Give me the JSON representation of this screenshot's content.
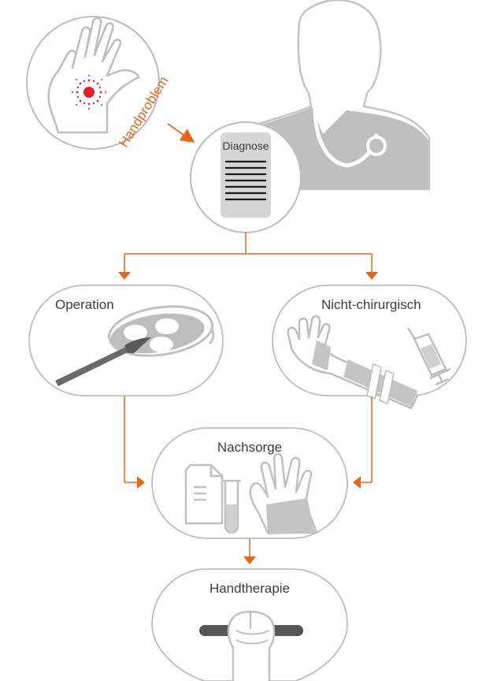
{
  "labels": {
    "hand_problem": "Handproblem",
    "diagnosis": "Diagnose",
    "surgery": "Operation",
    "non_surgical": "Nicht-chirurgisch",
    "aftercare": "Nachsorge",
    "hand_therapy": "Handtherapie"
  },
  "colors": {
    "accent": "#e8651e",
    "outline": "#bdbdbd",
    "fill": "#c8c8c8",
    "text": "#3c3c3c",
    "lesion": "#e0202a"
  }
}
